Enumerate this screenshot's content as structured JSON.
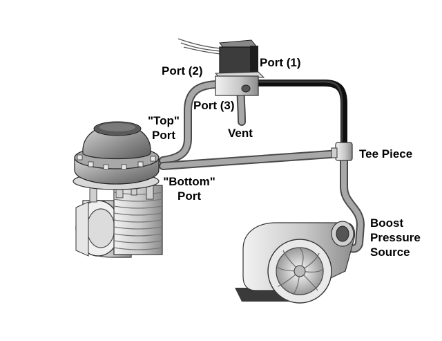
{
  "labels": {
    "port_1": "Port (1)",
    "port_2": "Port (2)",
    "port_3": "Port (3)",
    "vent": "Vent",
    "top_port_line1": "\"Top\"",
    "top_port_line2": "Port",
    "bottom_port_line1": "\"Bottom\"",
    "bottom_port_line2": "Port",
    "tee_piece": "Tee Piece",
    "boost_line1": "Boost",
    "boost_line2": "Pressure",
    "boost_line3": "Source"
  },
  "colors": {
    "background": "#ffffff",
    "hose_grey": "#9a9a9a",
    "hose_dark": "#1a1a1a",
    "metal_light": "#e6e6e6",
    "metal_mid": "#bdbdbd",
    "metal_dark": "#6e6e6e",
    "label_text": "#000000"
  }
}
